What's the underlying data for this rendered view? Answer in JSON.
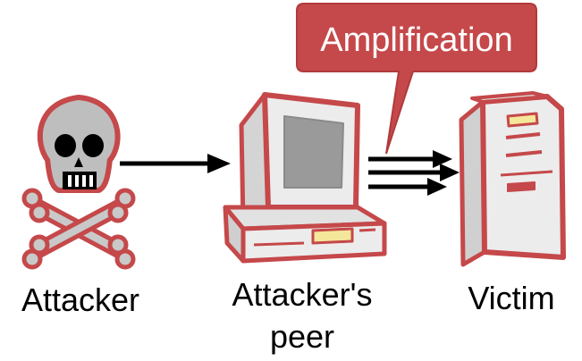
{
  "callout": {
    "text": "Amplification"
  },
  "nodes": [
    {
      "id": "attacker",
      "label": "Attacker",
      "icon": "skull-crossbones-icon"
    },
    {
      "id": "peer",
      "label_line1": "Attacker's",
      "label_line2": "peer",
      "icon": "computer-icon"
    },
    {
      "id": "victim",
      "label": "Victim",
      "icon": "server-tower-icon"
    }
  ],
  "colors": {
    "accent": "#C5484A",
    "outline": "#C5484A",
    "fill_light": "#EDEDED",
    "fill_mid": "#B8B8B8",
    "screen": "#9A9A9A",
    "slot_yellow": "#F5E79A",
    "arrow": "#000000",
    "callout_text": "#FFFFFF"
  }
}
